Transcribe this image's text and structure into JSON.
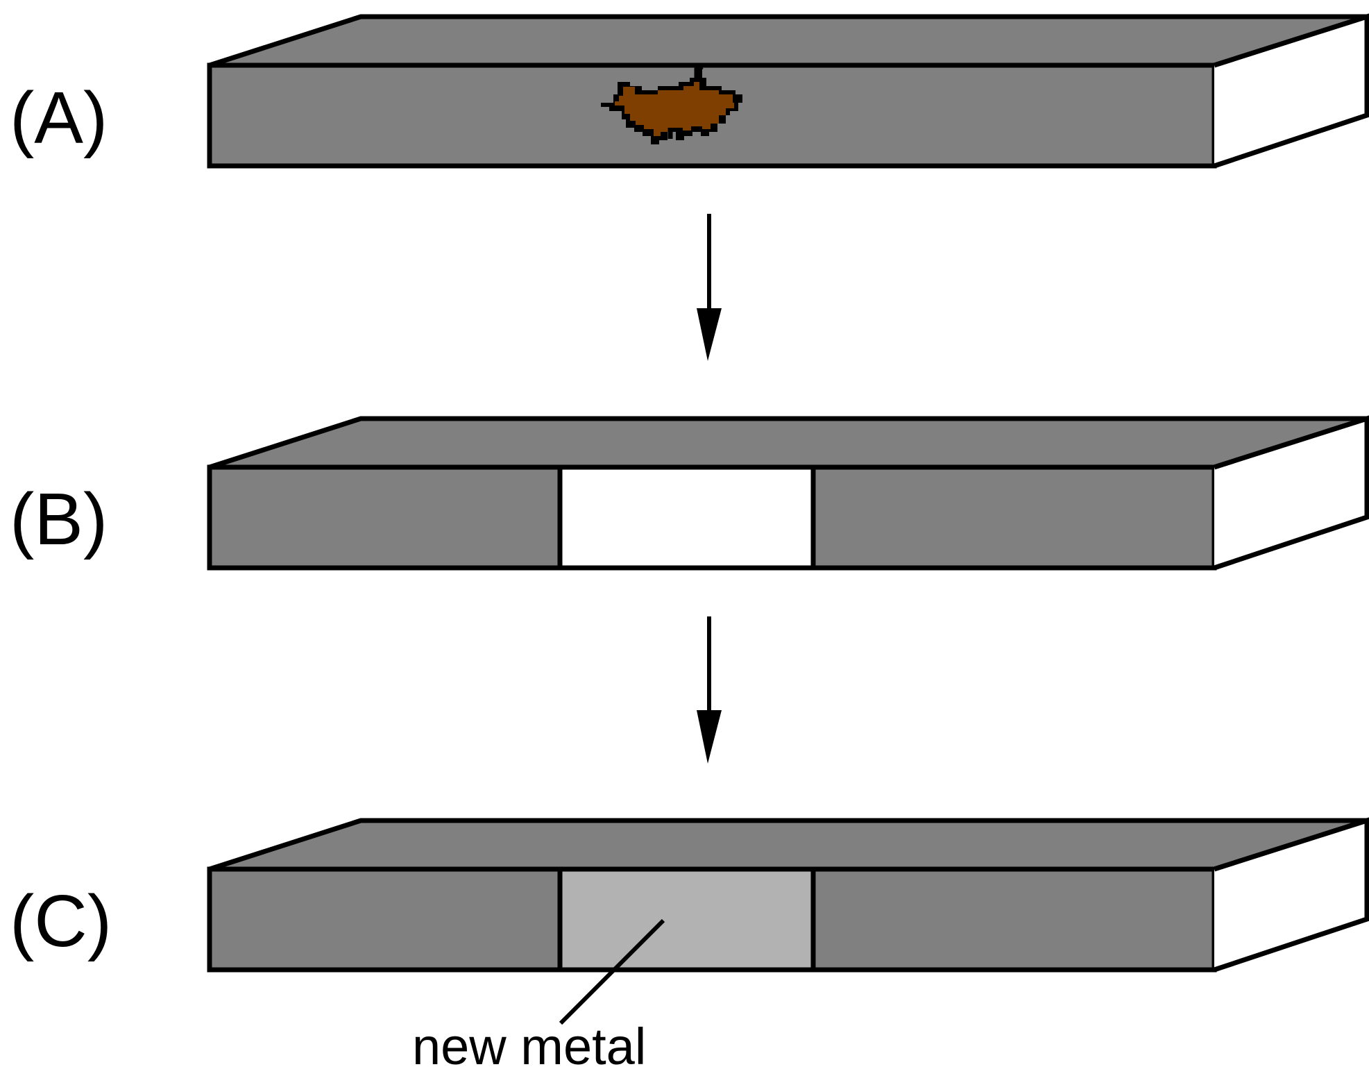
{
  "panels": [
    {
      "label": "(A)",
      "state": "rusted"
    },
    {
      "label": "(B)",
      "state": "rust cut out"
    },
    {
      "label": "(C)",
      "state": "new metal welded in"
    }
  ],
  "annotation": {
    "text": "new metal"
  },
  "colors": {
    "metal": "#808080",
    "rust": "#7f3f00",
    "new_metal": "#b2b2b2",
    "gap": "#ffffff",
    "outline": "#000000"
  },
  "arrows": [
    {
      "from": "(A)",
      "to": "(B)"
    },
    {
      "from": "(B)",
      "to": "(C)"
    }
  ]
}
